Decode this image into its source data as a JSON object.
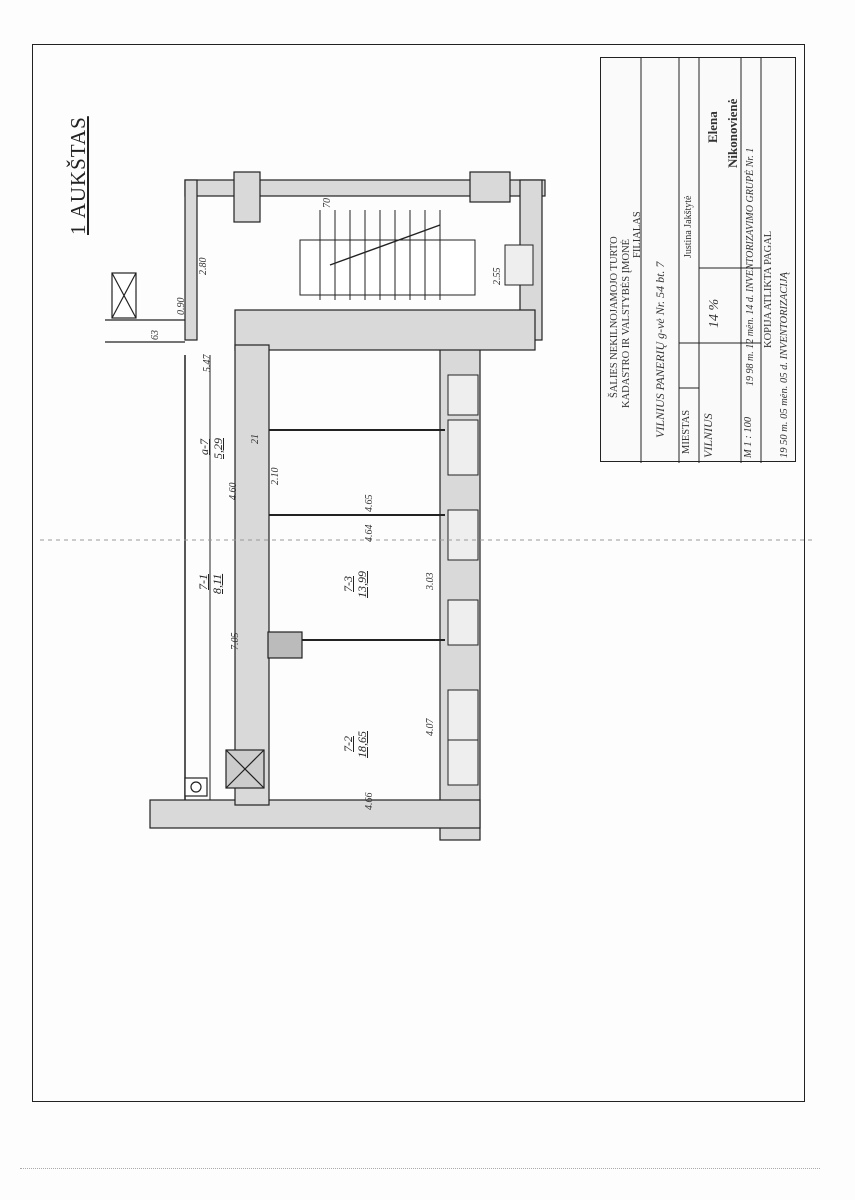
{
  "floor_title": "1 AUKŠTAS",
  "title_block": {
    "agency_lines": [
      "ŠALIES NEKILNOJAMOJO TURTO",
      "KADASTRO IR VALSTYBĖS ĮMONĖ",
      "FILIALAS"
    ],
    "address_label": "VILNIUS PANERIŲ g-vė Nr. 54 bt. 7",
    "city_header": "MIESTAS",
    "city_value": "VILNIUS",
    "sheet_value": "14 %",
    "scale": "M 1 : 100",
    "date_line": "19 98 m. 12 mėn. 14 d. INVENTORIZAVIMO GRUPĖ Nr. 1",
    "prepared_label": "Justina Jakštytė",
    "checked_first_name": "Elena",
    "checked_last_name": "Nikonovienė",
    "copy_note": "KOPIJA ATLIKTA PAGAL",
    "inventory_line": "19 50 m. 05 mėn. 05 d. INVENTORIZACIJĄ"
  },
  "rooms": [
    {
      "id": "7-2",
      "area": "18,65"
    },
    {
      "id": "7-3",
      "area": "13,99"
    },
    {
      "id": "7-1",
      "area": "8,11"
    },
    {
      "id": "a-7",
      "area": "5,29"
    }
  ],
  "dimensions": {
    "d_466_bottom": "4.66",
    "d_407": "4.07",
    "d_303": "3.03",
    "d_464": "4.64",
    "d_465": "4.65",
    "d_705": "7.05",
    "d_460": "4.60",
    "d_210": "2.10",
    "d_547": "5.47",
    "d_280": "2.80",
    "d_255": "2.55",
    "d_63": "63",
    "d_090": "0.90",
    "d_21": "21",
    "d_70": "70"
  },
  "colors": {
    "ink": "#222222",
    "wall_fill": "#d9d9d9",
    "paper": "#fdfdfd"
  }
}
